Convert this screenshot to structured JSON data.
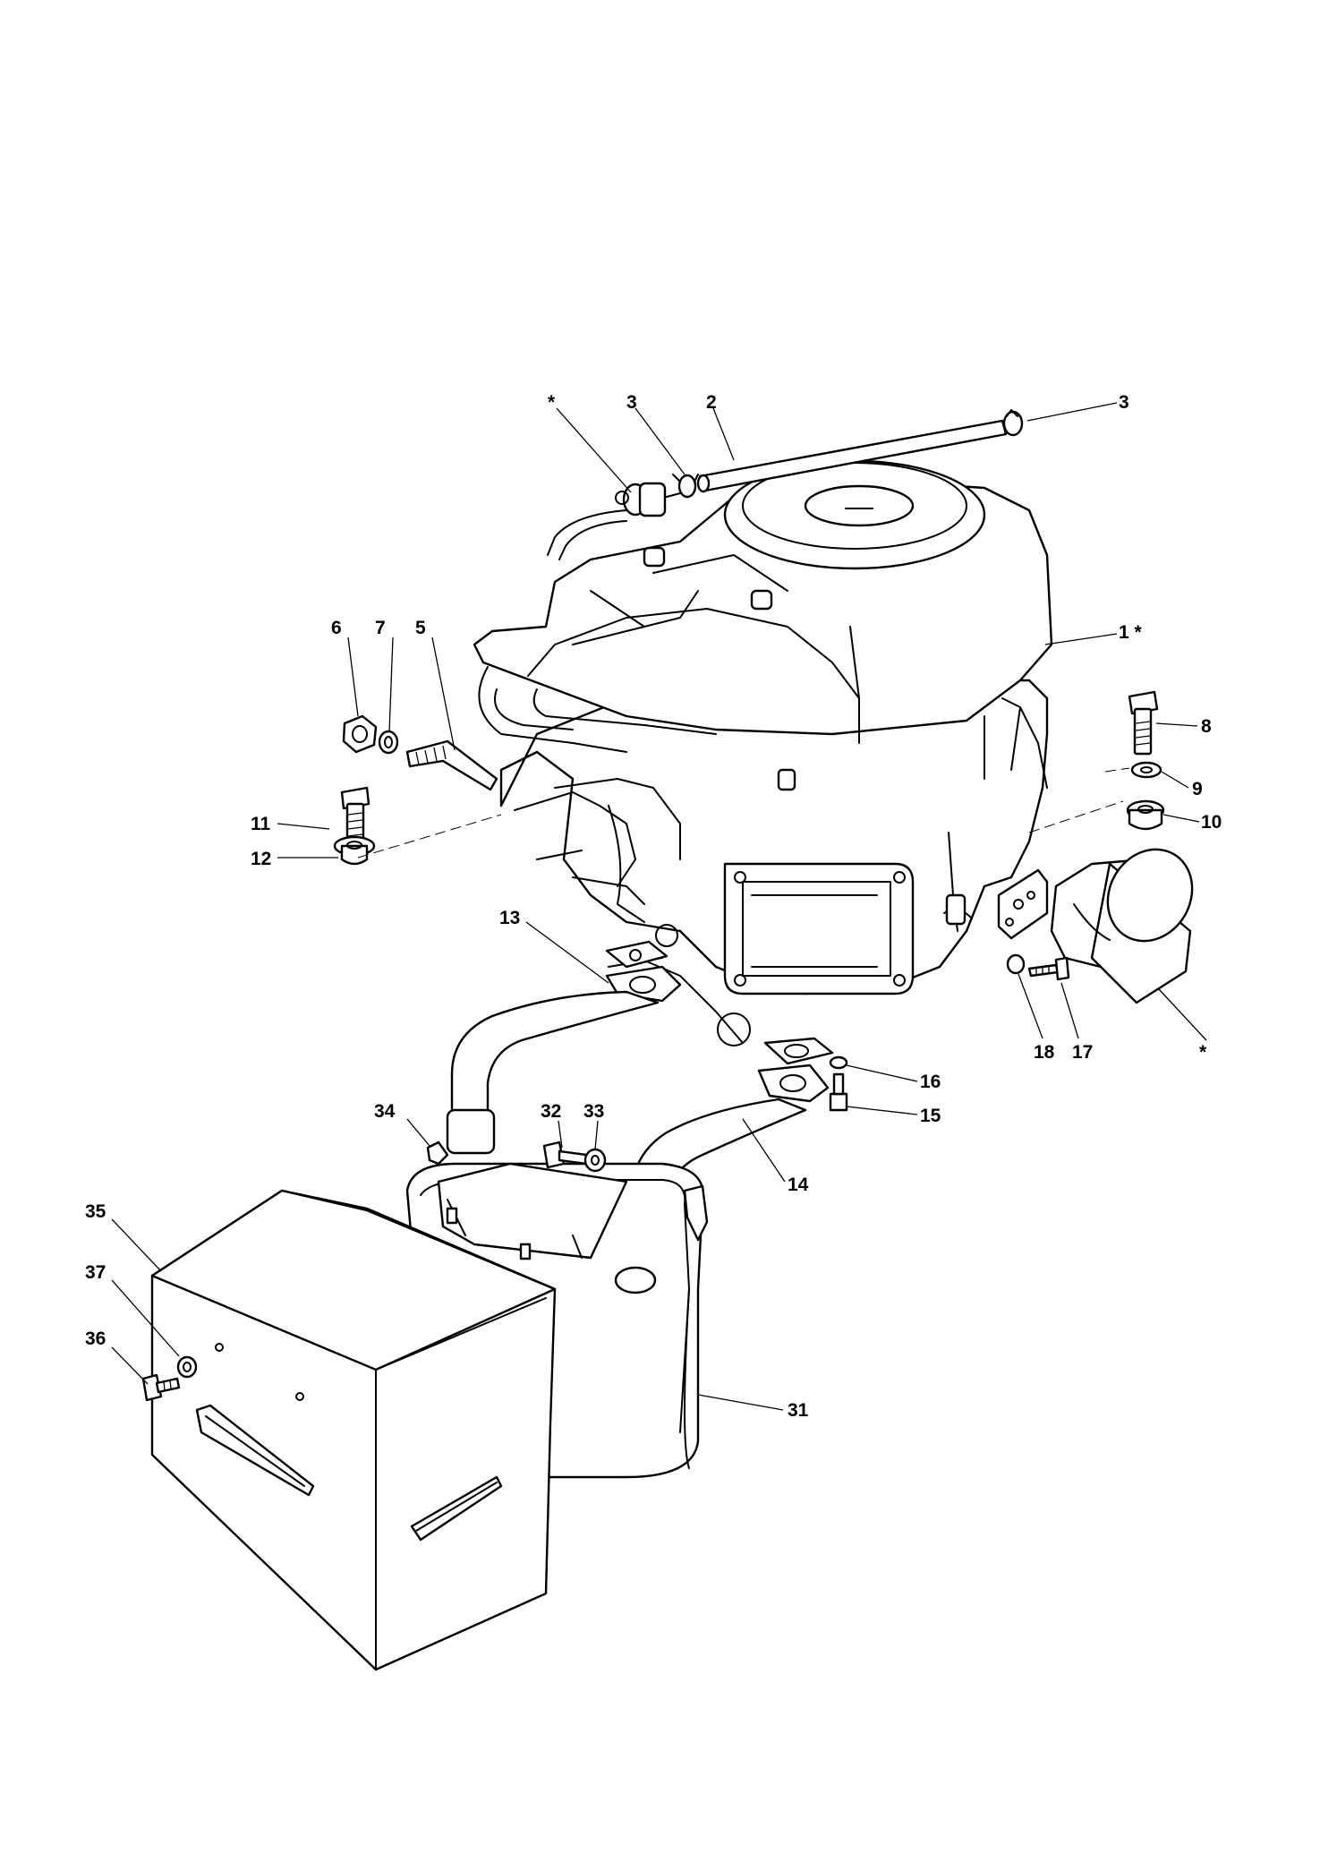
{
  "callouts": [
    {
      "id": "star_fuel",
      "text": "*"
    },
    {
      "id": "c3a",
      "text": "3"
    },
    {
      "id": "c2",
      "text": "2"
    },
    {
      "id": "c3b",
      "text": "3"
    },
    {
      "id": "c1",
      "text": "1 *"
    },
    {
      "id": "c6",
      "text": "6"
    },
    {
      "id": "c7",
      "text": "7"
    },
    {
      "id": "c5",
      "text": "5"
    },
    {
      "id": "c8",
      "text": "8"
    },
    {
      "id": "c9",
      "text": "9"
    },
    {
      "id": "c10",
      "text": "10"
    },
    {
      "id": "c11",
      "text": "11"
    },
    {
      "id": "c12",
      "text": "12"
    },
    {
      "id": "c13",
      "text": "13"
    },
    {
      "id": "c18",
      "text": "18"
    },
    {
      "id": "c17",
      "text": "17"
    },
    {
      "id": "star_filter",
      "text": "*"
    },
    {
      "id": "c16",
      "text": "16"
    },
    {
      "id": "c15",
      "text": "15"
    },
    {
      "id": "c34",
      "text": "34"
    },
    {
      "id": "c32",
      "text": "32"
    },
    {
      "id": "c33",
      "text": "33"
    },
    {
      "id": "c14",
      "text": "14"
    },
    {
      "id": "c35",
      "text": "35"
    },
    {
      "id": "c37",
      "text": "37"
    },
    {
      "id": "c36",
      "text": "36"
    },
    {
      "id": "c31",
      "text": "31"
    }
  ]
}
